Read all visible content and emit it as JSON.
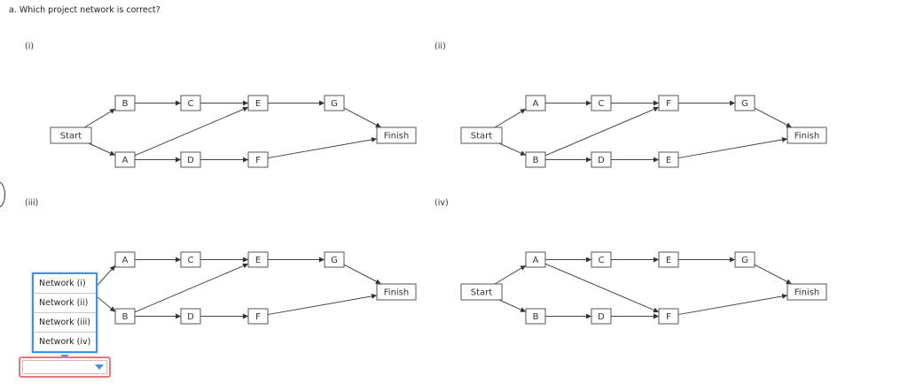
{
  "question": "a. Which project network is correct?",
  "networks": [
    {
      "label": "(i)",
      "nodes": [
        {
          "id": "start",
          "text": "Start"
        },
        {
          "id": "n1",
          "text": "B"
        },
        {
          "id": "n2",
          "text": "C"
        },
        {
          "id": "n3",
          "text": "E"
        },
        {
          "id": "n4",
          "text": "G"
        },
        {
          "id": "n5",
          "text": "A"
        },
        {
          "id": "n6",
          "text": "D"
        },
        {
          "id": "n7",
          "text": "F"
        },
        {
          "id": "finish",
          "text": "Finish"
        }
      ]
    },
    {
      "label": "(ii)",
      "nodes": [
        {
          "id": "start",
          "text": "Start"
        },
        {
          "id": "n1",
          "text": "A"
        },
        {
          "id": "n2",
          "text": "C"
        },
        {
          "id": "n3",
          "text": "F"
        },
        {
          "id": "n4",
          "text": "G"
        },
        {
          "id": "n5",
          "text": "B"
        },
        {
          "id": "n6",
          "text": "D"
        },
        {
          "id": "n7",
          "text": "E"
        },
        {
          "id": "finish",
          "text": "Finish"
        }
      ]
    },
    {
      "label": "(iii)",
      "nodes": [
        {
          "id": "n1",
          "text": "A"
        },
        {
          "id": "n2",
          "text": "C"
        },
        {
          "id": "n3",
          "text": "E"
        },
        {
          "id": "n4",
          "text": "G"
        },
        {
          "id": "n5",
          "text": "B"
        },
        {
          "id": "n6",
          "text": "D"
        },
        {
          "id": "n7",
          "text": "F"
        },
        {
          "id": "finish",
          "text": "Finish"
        }
      ]
    },
    {
      "label": "(iv)",
      "nodes": [
        {
          "id": "start",
          "text": "Start"
        },
        {
          "id": "n1",
          "text": "A"
        },
        {
          "id": "n2",
          "text": "C"
        },
        {
          "id": "n3",
          "text": "E"
        },
        {
          "id": "n4",
          "text": "G"
        },
        {
          "id": "n5",
          "text": "B"
        },
        {
          "id": "n6",
          "text": "D"
        },
        {
          "id": "n7",
          "text": "F"
        },
        {
          "id": "finish",
          "text": "Finish"
        }
      ]
    }
  ],
  "answer_dropdown": {
    "options": [
      "Network (i)",
      "Network (ii)",
      "Network (iii)",
      "Network (iv)"
    ],
    "selected": "",
    "highlight_color": "#4a90d9",
    "error_color": "#e07b7b"
  }
}
